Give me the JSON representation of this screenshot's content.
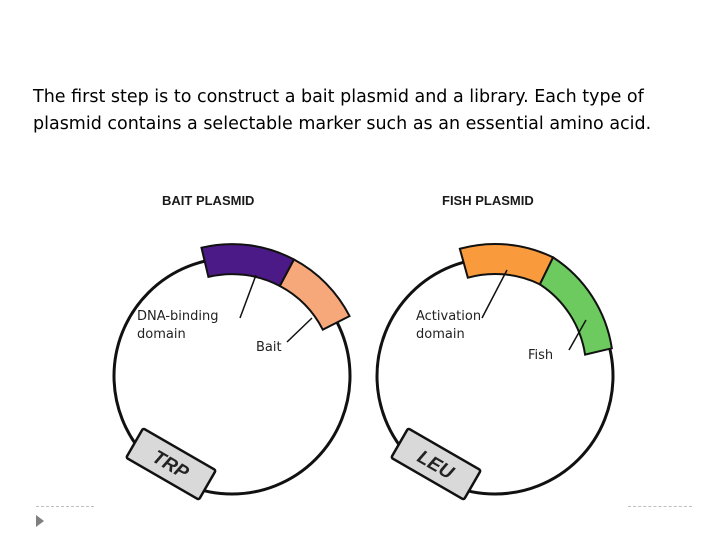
{
  "intro_text": "The first step is to construct a bait plasmid and a library. Each type of plasmid contains a selectable marker such as an essential amino acid.",
  "bait_plasmid": {
    "title": "BAIT PLASMID",
    "dna_binding_label_line1": "DNA-binding",
    "dna_binding_label_line2": "domain",
    "bait_label": "Bait",
    "marker": "TRP",
    "dna_binding_color": "#4b1a86",
    "bait_color": "#f7a87a"
  },
  "fish_plasmid": {
    "title": "FISH PLASMID",
    "activation_label_line1": "Activation",
    "activation_label_line2": "domain",
    "fish_label": "Fish",
    "marker": "LEU",
    "activation_color": "#f99b3d",
    "fish_color": "#6dca5e"
  },
  "colors": {
    "marker_fill": "#d9d9d9",
    "ring": "#111111"
  }
}
